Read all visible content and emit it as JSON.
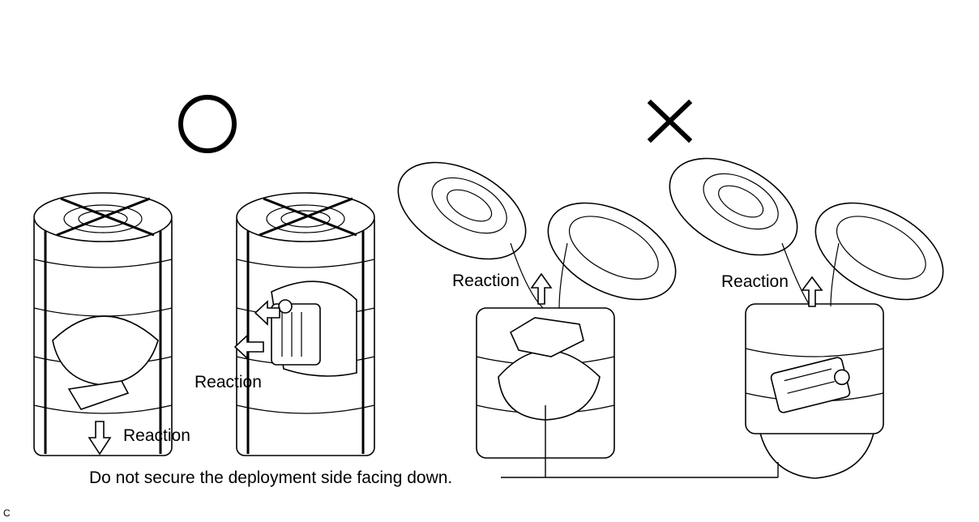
{
  "labels": {
    "reaction_1": "Reaction",
    "reaction_2": "Reaction",
    "reaction_3": "Reaction",
    "reaction_4": "Reaction",
    "caption": "Do not secure the deployment side facing down.",
    "figure_code": "C"
  },
  "symbols": {
    "correct": "circle-correct-icon",
    "incorrect": "cross-incorrect-icon"
  }
}
